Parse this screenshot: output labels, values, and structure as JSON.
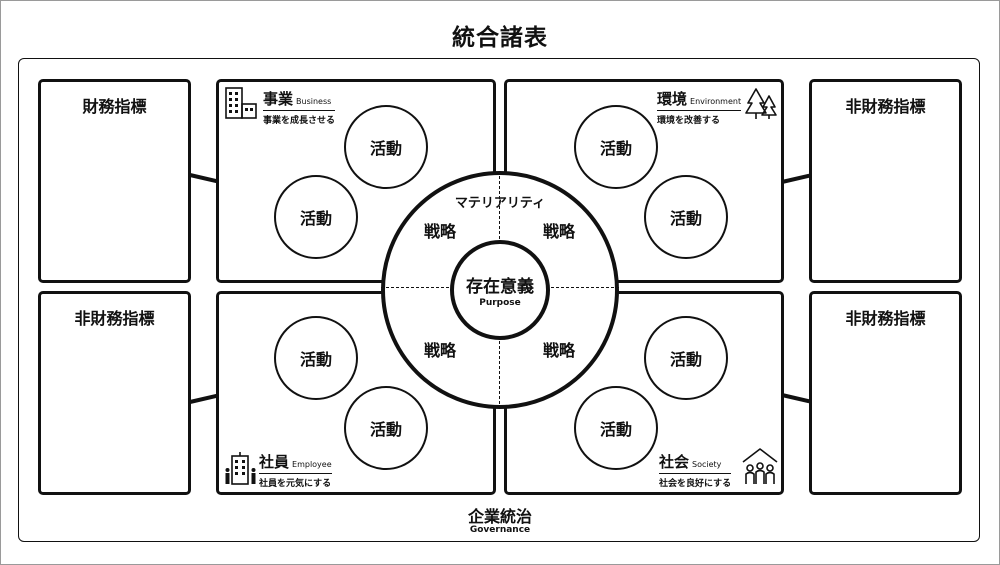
{
  "title": "統合諸表",
  "financial_left_top": "財務指標",
  "financial_left_bottom": "非財務指標",
  "financial_right_top": "非財務指標",
  "financial_right_bottom": "非財務指標",
  "quadrants": {
    "business": {
      "label": "事業",
      "en": "Business",
      "sub": "事業を成長させる",
      "icon": "building-icon"
    },
    "environment": {
      "label": "環境",
      "en": "Environment",
      "sub": "環境を改善する",
      "icon": "trees-icon"
    },
    "employee": {
      "label": "社員",
      "en": "Employee",
      "sub": "社員を元気にする",
      "icon": "employee-building-icon"
    },
    "society": {
      "label": "社会",
      "en": "Society",
      "sub": "社会を良好にする",
      "icon": "community-icon"
    }
  },
  "activity": "活動",
  "materiality": "マテリアリティ",
  "strategy": "戦略",
  "purpose": {
    "main": "存在意義",
    "en": "Purpose"
  },
  "governance": {
    "main": "企業統治",
    "en": "Governance"
  }
}
